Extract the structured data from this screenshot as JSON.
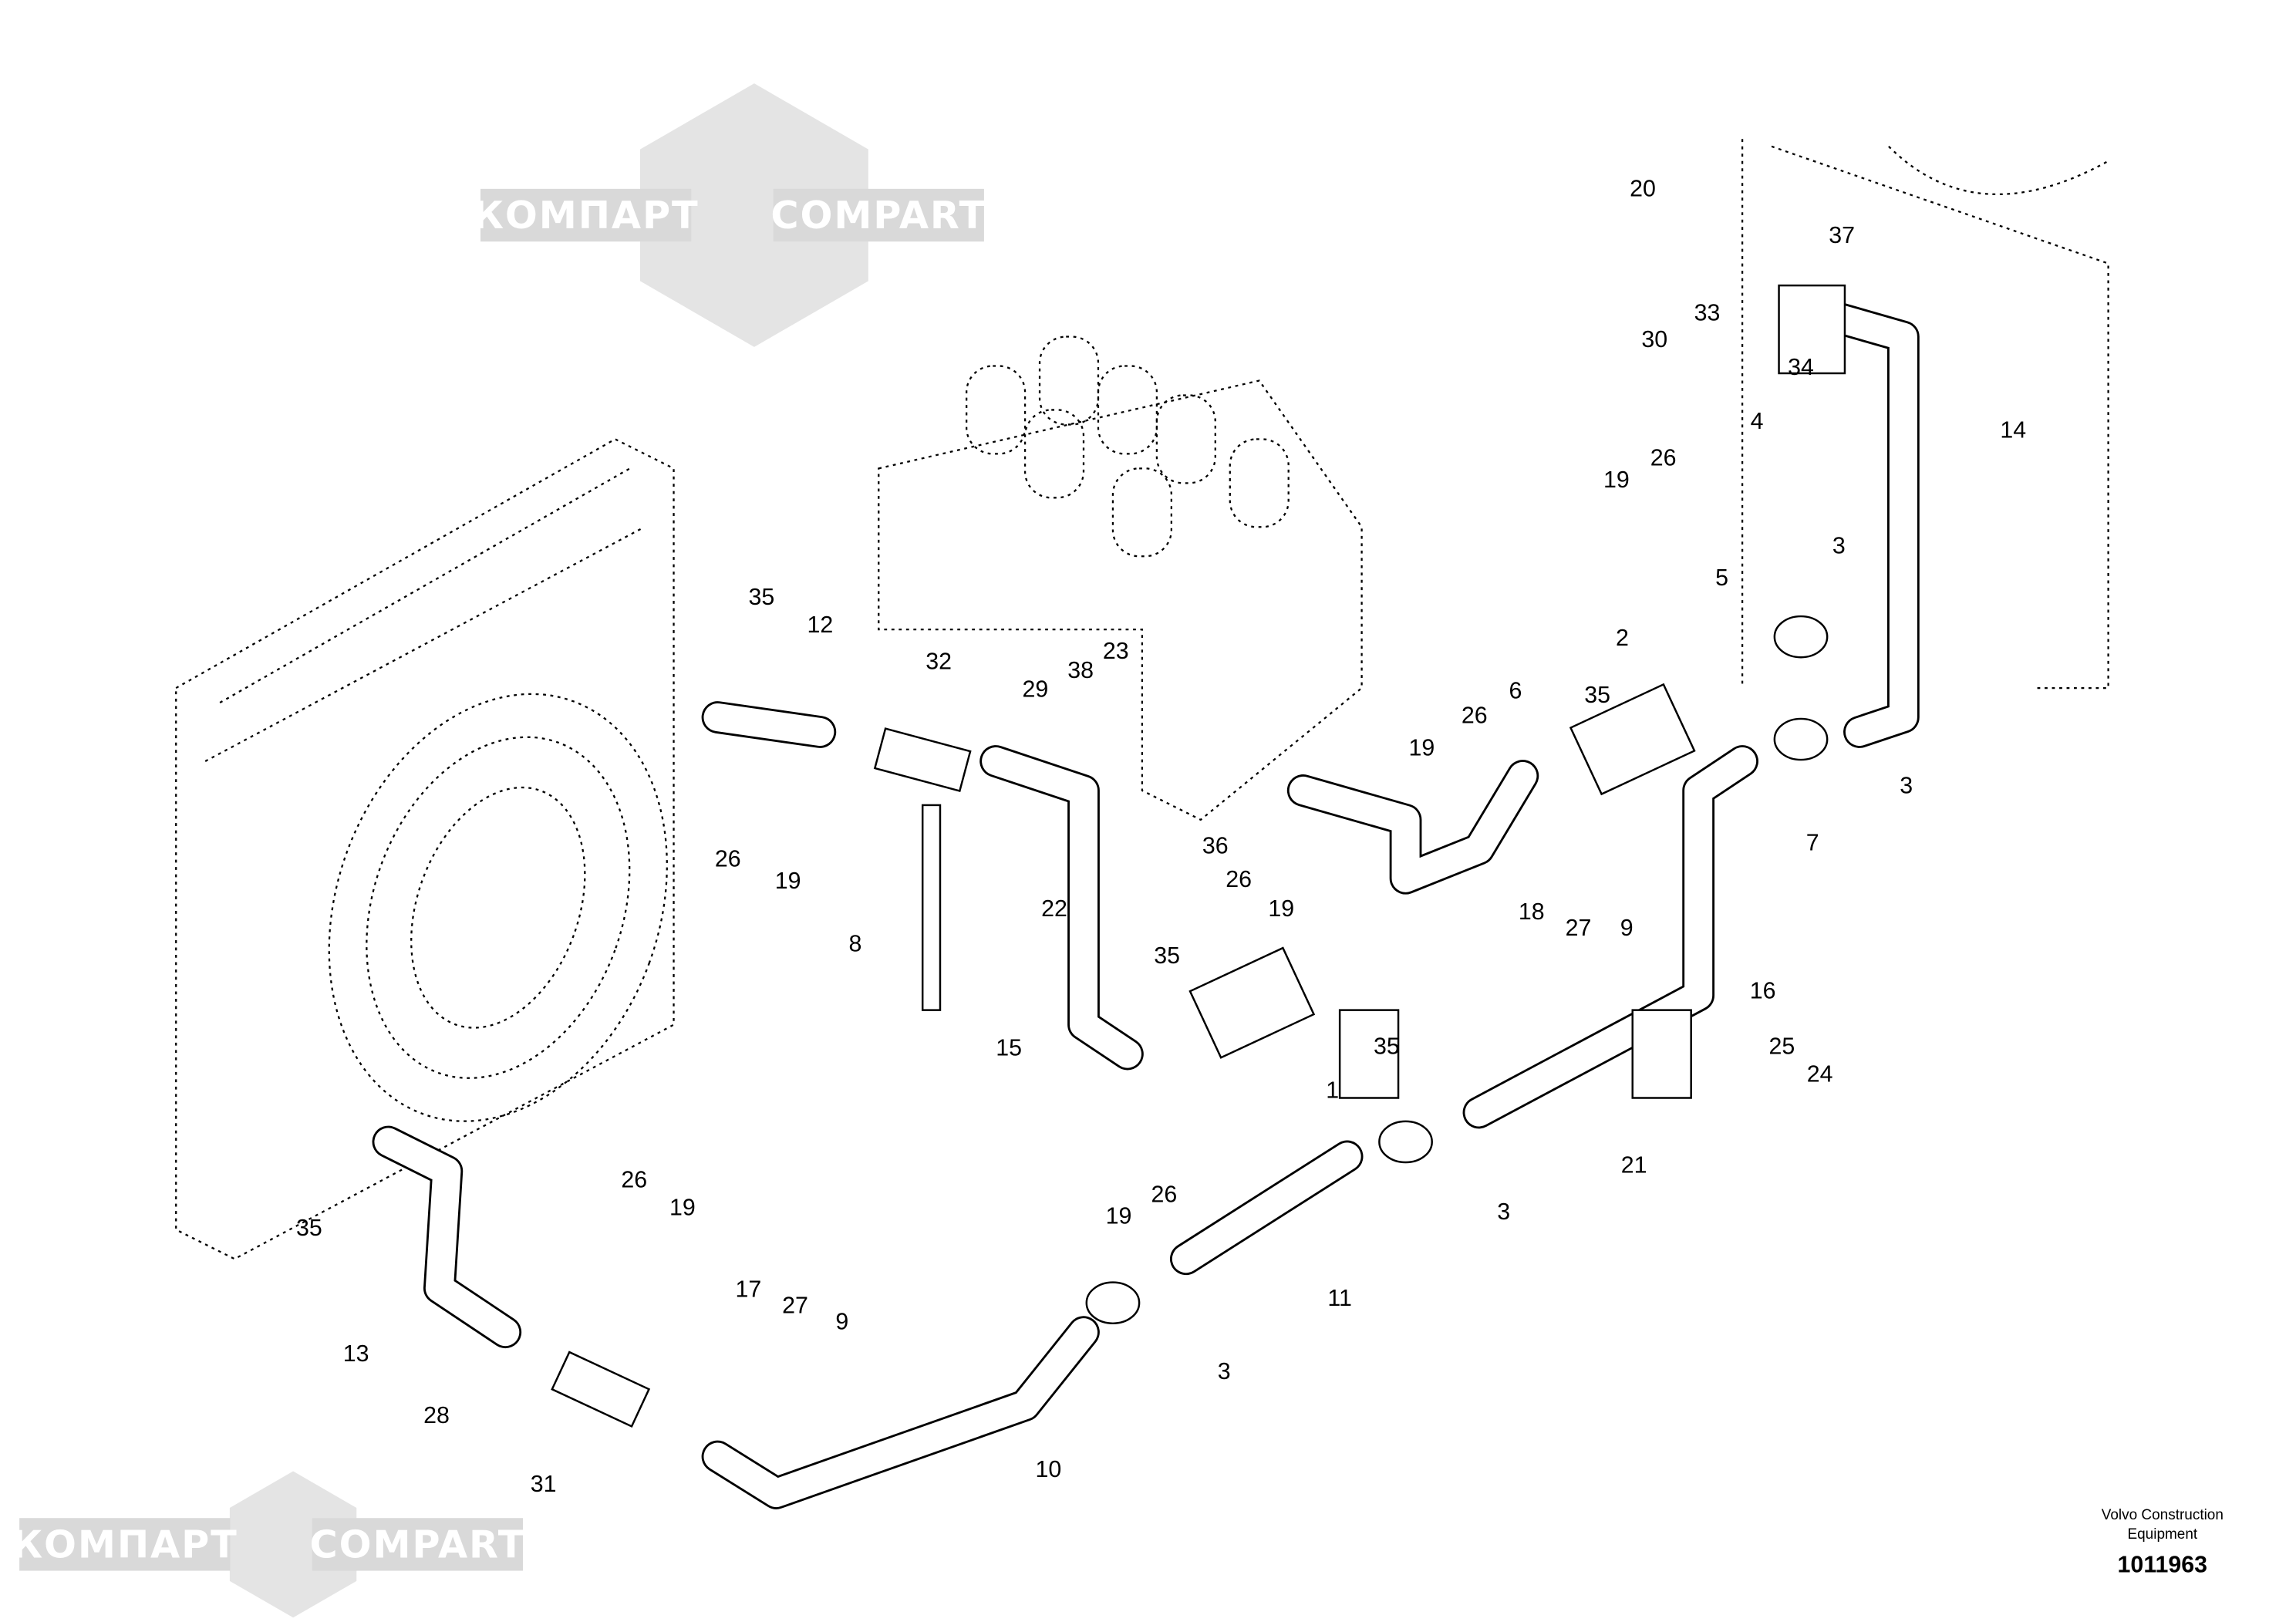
{
  "watermark": {
    "text_ru": "КОМПАРТ",
    "text_en": "COMPART",
    "color": "#d9d9d9"
  },
  "callouts": [
    "20",
    "37",
    "33",
    "30",
    "34",
    "4",
    "14",
    "26",
    "19",
    "3",
    "5",
    "35",
    "12",
    "32",
    "38",
    "23",
    "29",
    "2",
    "6",
    "35",
    "26",
    "19",
    "3",
    "7",
    "26",
    "19",
    "36",
    "26",
    "19",
    "22",
    "8",
    "18",
    "27",
    "9",
    "35",
    "16",
    "25",
    "24",
    "15",
    "35",
    "1",
    "21",
    "3",
    "19",
    "26",
    "35",
    "26",
    "19",
    "11",
    "17",
    "27",
    "9",
    "3",
    "13",
    "28",
    "31",
    "10"
  ],
  "footer": {
    "company_line1": "Volvo Construction",
    "company_line2": "Equipment",
    "drawing_number": "1011963"
  }
}
